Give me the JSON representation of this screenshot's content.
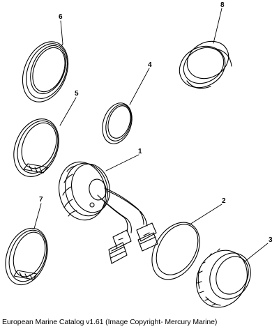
{
  "diagram": {
    "callouts": [
      {
        "id": "1",
        "label": "1",
        "part": "gauge-body"
      },
      {
        "id": "2",
        "label": "2",
        "part": "flat-gasket"
      },
      {
        "id": "3",
        "label": "3",
        "part": "threaded-nut"
      },
      {
        "id": "4",
        "label": "4",
        "part": "small-ring"
      },
      {
        "id": "5",
        "label": "5",
        "part": "bezel-with-lens"
      },
      {
        "id": "6",
        "label": "6",
        "part": "round-bezel"
      },
      {
        "id": "7",
        "label": "7",
        "part": "bezel-with-lens-lower"
      },
      {
        "id": "8",
        "label": "8",
        "part": "cap-ring"
      }
    ]
  },
  "caption": "European Marine Catalog v1.61 (Image Copyright- Mercury Marine)"
}
